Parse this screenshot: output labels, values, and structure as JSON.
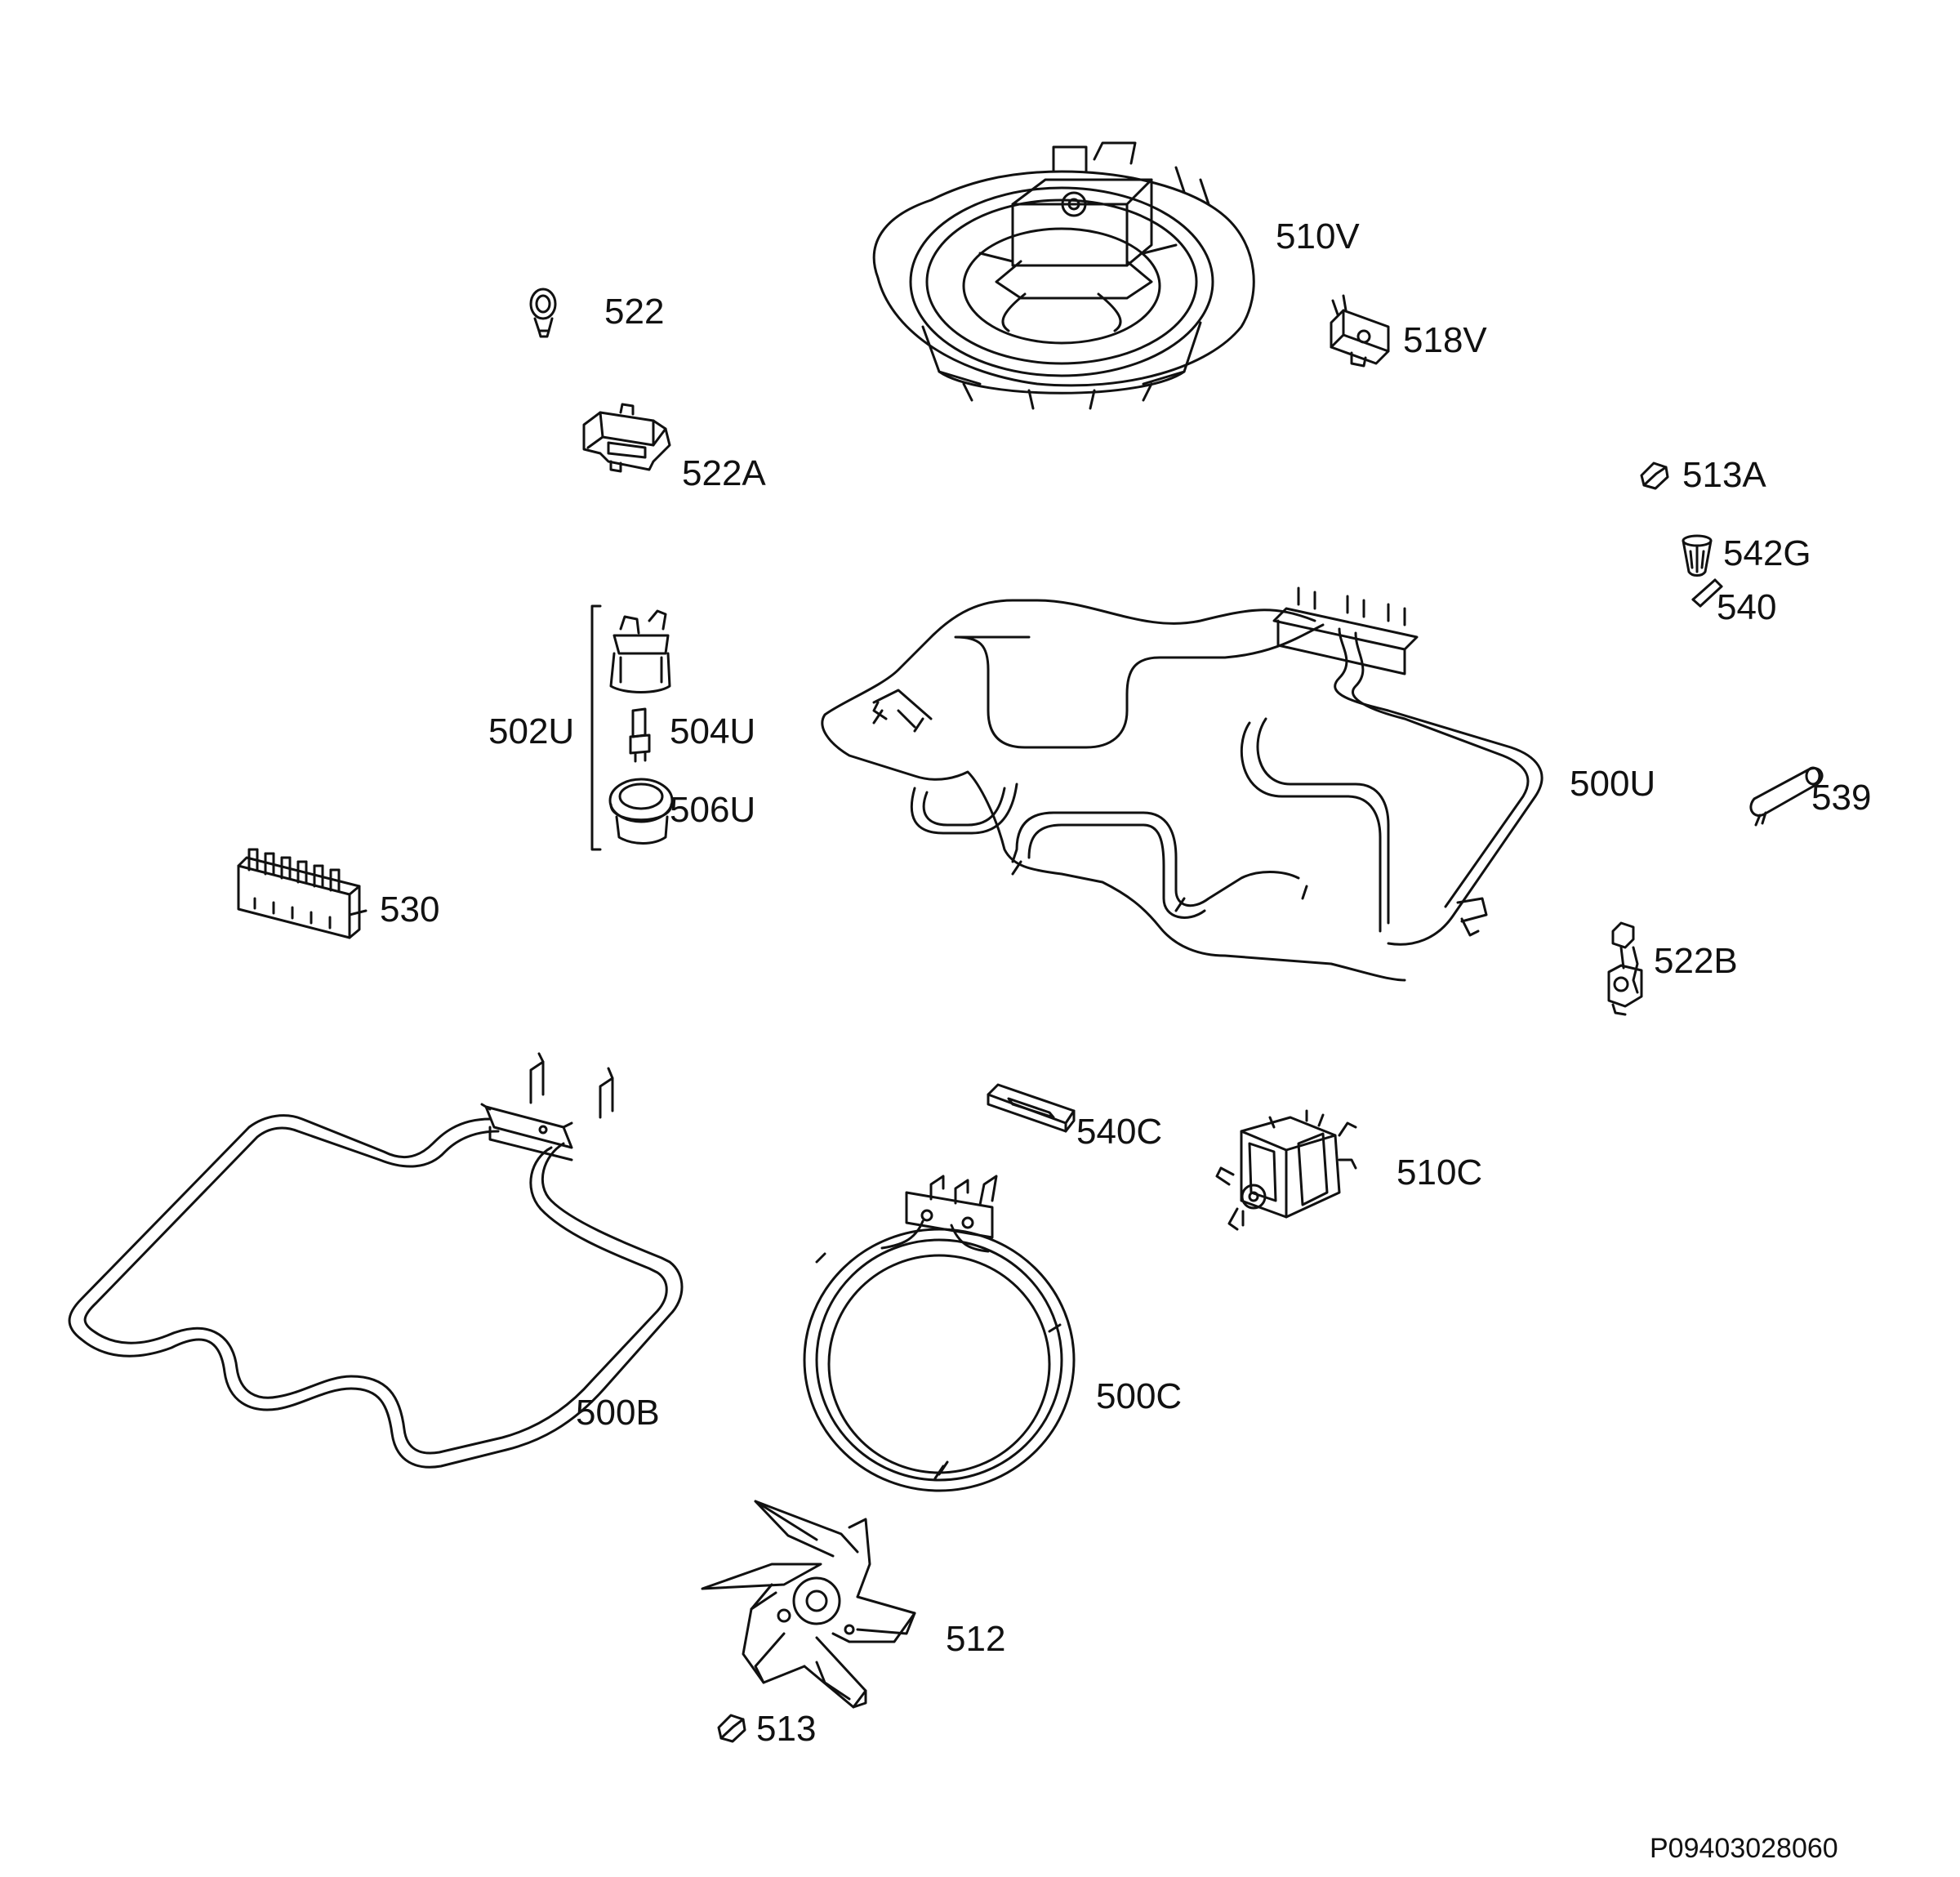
{
  "labels": {
    "p510V": "510V",
    "p522": "522",
    "p518V": "518V",
    "p522A": "522A",
    "p513A": "513A",
    "p542G": "542G",
    "p540": "540",
    "p502U": "502U",
    "p504U": "504U",
    "p506U": "506U",
    "p500U": "500U",
    "p539": "539",
    "p530": "530",
    "p522B": "522B",
    "p540C": "540C",
    "p510C": "510C",
    "p500B": "500B",
    "p500C": "500C",
    "p512": "512",
    "p513": "513"
  },
  "drawing_id": "P09403028060",
  "colors": {
    "ink": "#111111",
    "background": "#ffffff"
  }
}
